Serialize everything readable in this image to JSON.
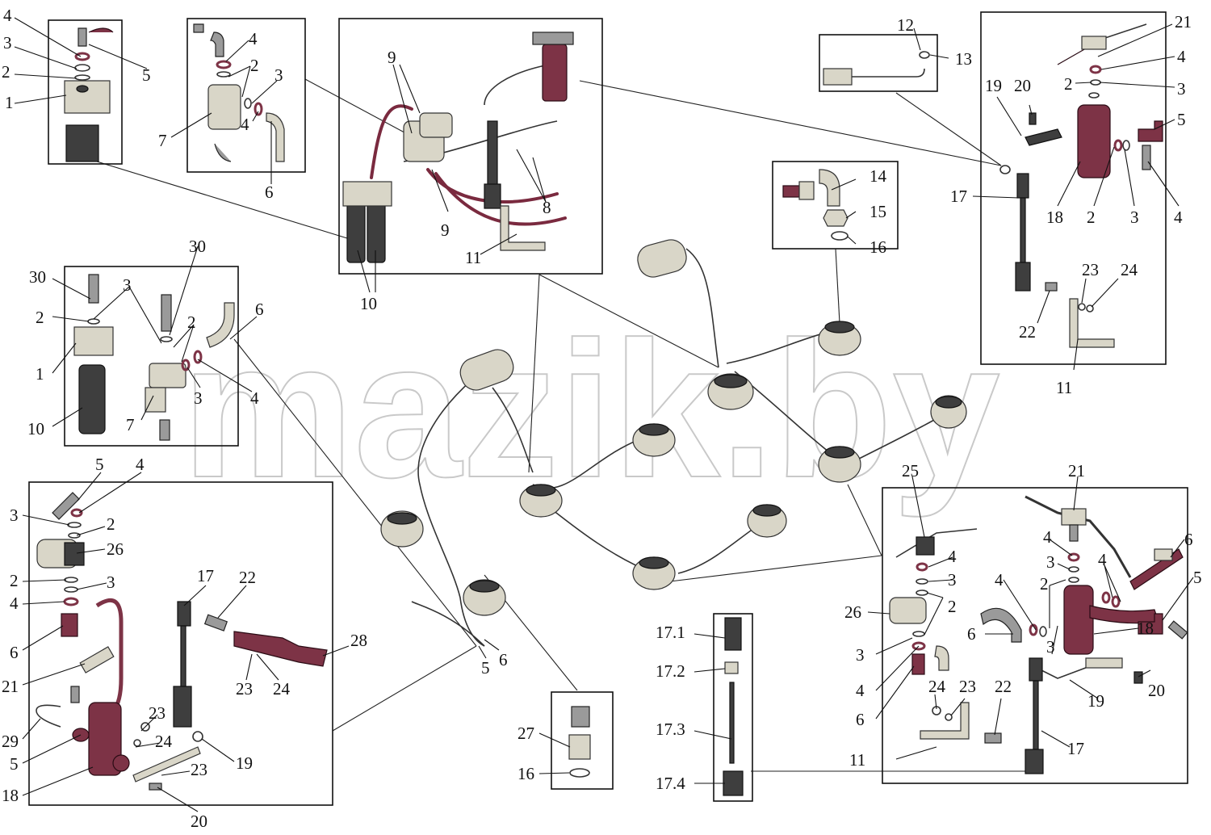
{
  "watermark": "mazik.by",
  "labels": {
    "l1": "1",
    "l2": "2",
    "l3": "3",
    "l4": "4",
    "l5": "5",
    "l6": "6",
    "l7": "7",
    "l8": "8",
    "l9": "9",
    "l10": "10",
    "l11": "11",
    "l12": "12",
    "l13": "13",
    "l14": "14",
    "l15": "15",
    "l16": "16",
    "l17": "17",
    "l17_1": "17.1",
    "l17_2": "17.2",
    "l17_3": "17.3",
    "l17_4": "17.4",
    "l18": "18",
    "l19": "19",
    "l20": "20",
    "l21": "21",
    "l22": "22",
    "l23": "23",
    "l24": "24",
    "l25": "25",
    "l26": "26",
    "l27": "27",
    "l28": "28",
    "l29": "29",
    "l30": "30"
  }
}
